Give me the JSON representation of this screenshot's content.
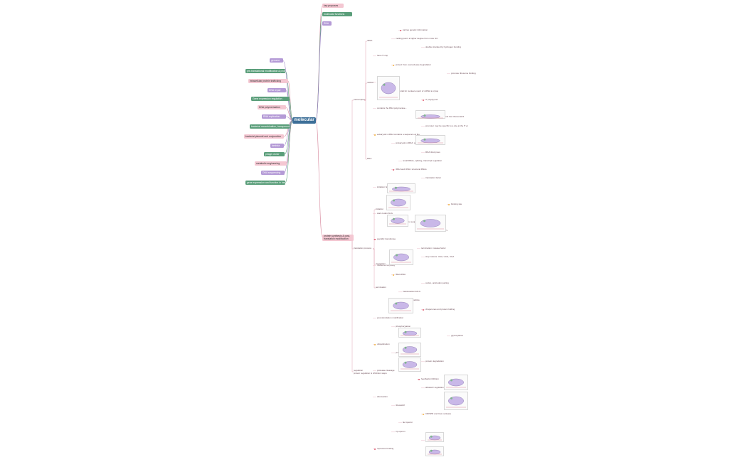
{
  "central": "molecular",
  "left_topics": [
    "genome",
    "pre-translational modification & protein targeting",
    "intracellular protein trafficking",
    "DNA repair",
    "Gene expression regulation",
    "DNA polymerization",
    "RNA replication",
    "bacterial recombination, transposon&integron shifting",
    "bacterial plasmid and conjunction",
    "lambda",
    "phage cloner",
    "metabolic engineering",
    "DNA sequencing",
    "gene expression and function in bacteria"
  ],
  "right_topics": [
    "key proposes",
    "molecular functions",
    "RNA",
    "protein synthesis & post-translation modification"
  ],
  "branch_labels": {
    "transcription": "transcription",
    "translation": "translation process",
    "regulation": "regulation\nprotein regulation & inhibition steps",
    "rnaa": "rRNA",
    "mrna": "mRNA",
    "rna_other": "RNA",
    "initiation": "initiation",
    "elongation": "elongation",
    "termination": "termination"
  },
  "details": [
    "carries genetic information",
    "melting point: a higher degree from more GC content in the DNA",
    "double stranded by hydrogen bonding",
    "have 5' cap",
    "protect from exonuclease degradation",
    "promote ribosome binding",
    "eukaryotic specific",
    "essential for nuclear export of mRNA to cytoplasm",
    "3' poly(A) tail",
    "contains the RNA polymerase...",
    "5' end of the sequence binds the ribosomal RNA",
    "promoter may be specific to a site at the 5' end",
    "eukaryotic mRNA contains a sequence at the 5' end",
    "prokaryotic mRNA: polycistronic",
    "RNA ribozymes",
    "small RNAs, splicing, transcript regulation",
    "rRNA and tRNA: structural RNAs",
    "translation factor",
    "initiation factors",
    "small subunit",
    "binding site",
    "start codon AUG",
    "Shine-Dalgarno sequence",
    "elongation factor EF-Tu",
    "peptidyl transferase",
    "termination: release factor",
    "stop codons: UAA, UAG, UGA",
    "ribosome recycling",
    "fMet-tRNA",
    "codon, anticodon pairing",
    "translocation EF-G",
    "signal recognition particle",
    "chaperones and protein folding",
    "post-translation modification",
    "phosphorylation",
    "glycosylation",
    "ubiquitination",
    "proteolytic cleavage",
    "protein degradation",
    "protease cleavage",
    "feedback inhibition",
    "allosteric regulation",
    "attenuation",
    "riboswitch",
    "CRISPR and Cas nuclease",
    "lac operon",
    "trp operon",
    "sigma factors",
    "repressor binding"
  ]
}
